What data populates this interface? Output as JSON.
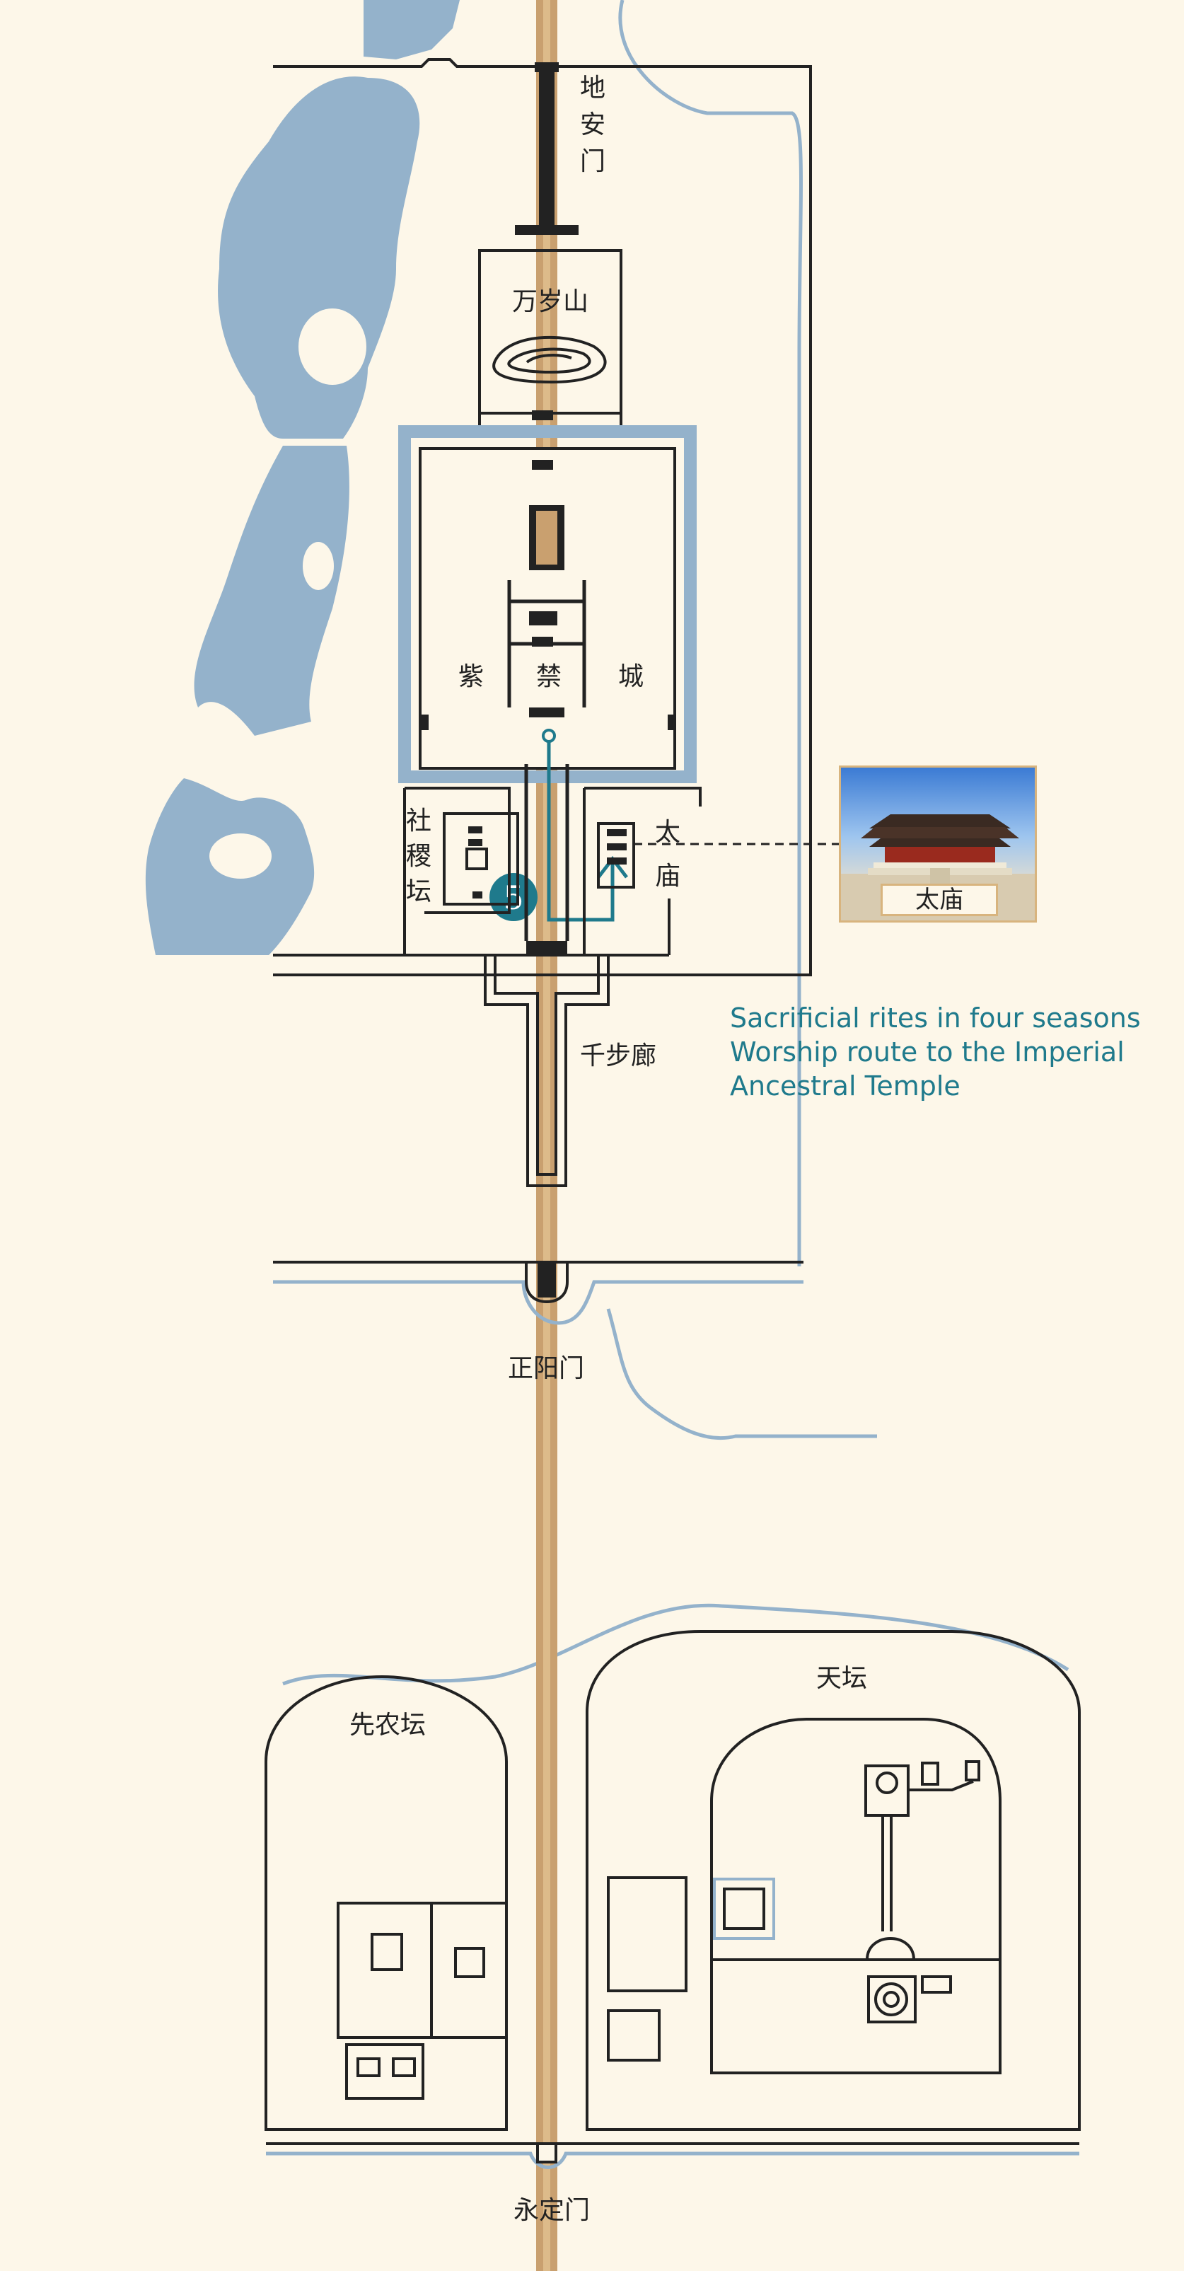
{
  "colors": {
    "background": "#fdf7e9",
    "water": "#94b2cb",
    "axis": "#c9a06f",
    "ink": "#222222",
    "route": "#1f7a8c",
    "card_border": "#d8b47e"
  },
  "places": {
    "di_an_men": [
      "地",
      "安",
      "门"
    ],
    "wan_sui_shan": "万岁山",
    "zi_jin_cheng": [
      "紫",
      "禁",
      "城"
    ],
    "she_ji_tan": [
      "社",
      "稷",
      "坛"
    ],
    "tai_miao": [
      "太",
      "庙"
    ],
    "qian_bu_lang": "千步廊",
    "zheng_yang_men": "正阳门",
    "xian_nong_tan": "先农坛",
    "tian_tan": "天坛",
    "yong_ding_men": "永定门"
  },
  "route": {
    "number": "5",
    "caption": [
      "Sacrificial rites in four seasons",
      "Worship route to the Imperial",
      "Ancestral Temple"
    ]
  },
  "photo": {
    "label": "太庙",
    "icon": "temple-photo"
  }
}
